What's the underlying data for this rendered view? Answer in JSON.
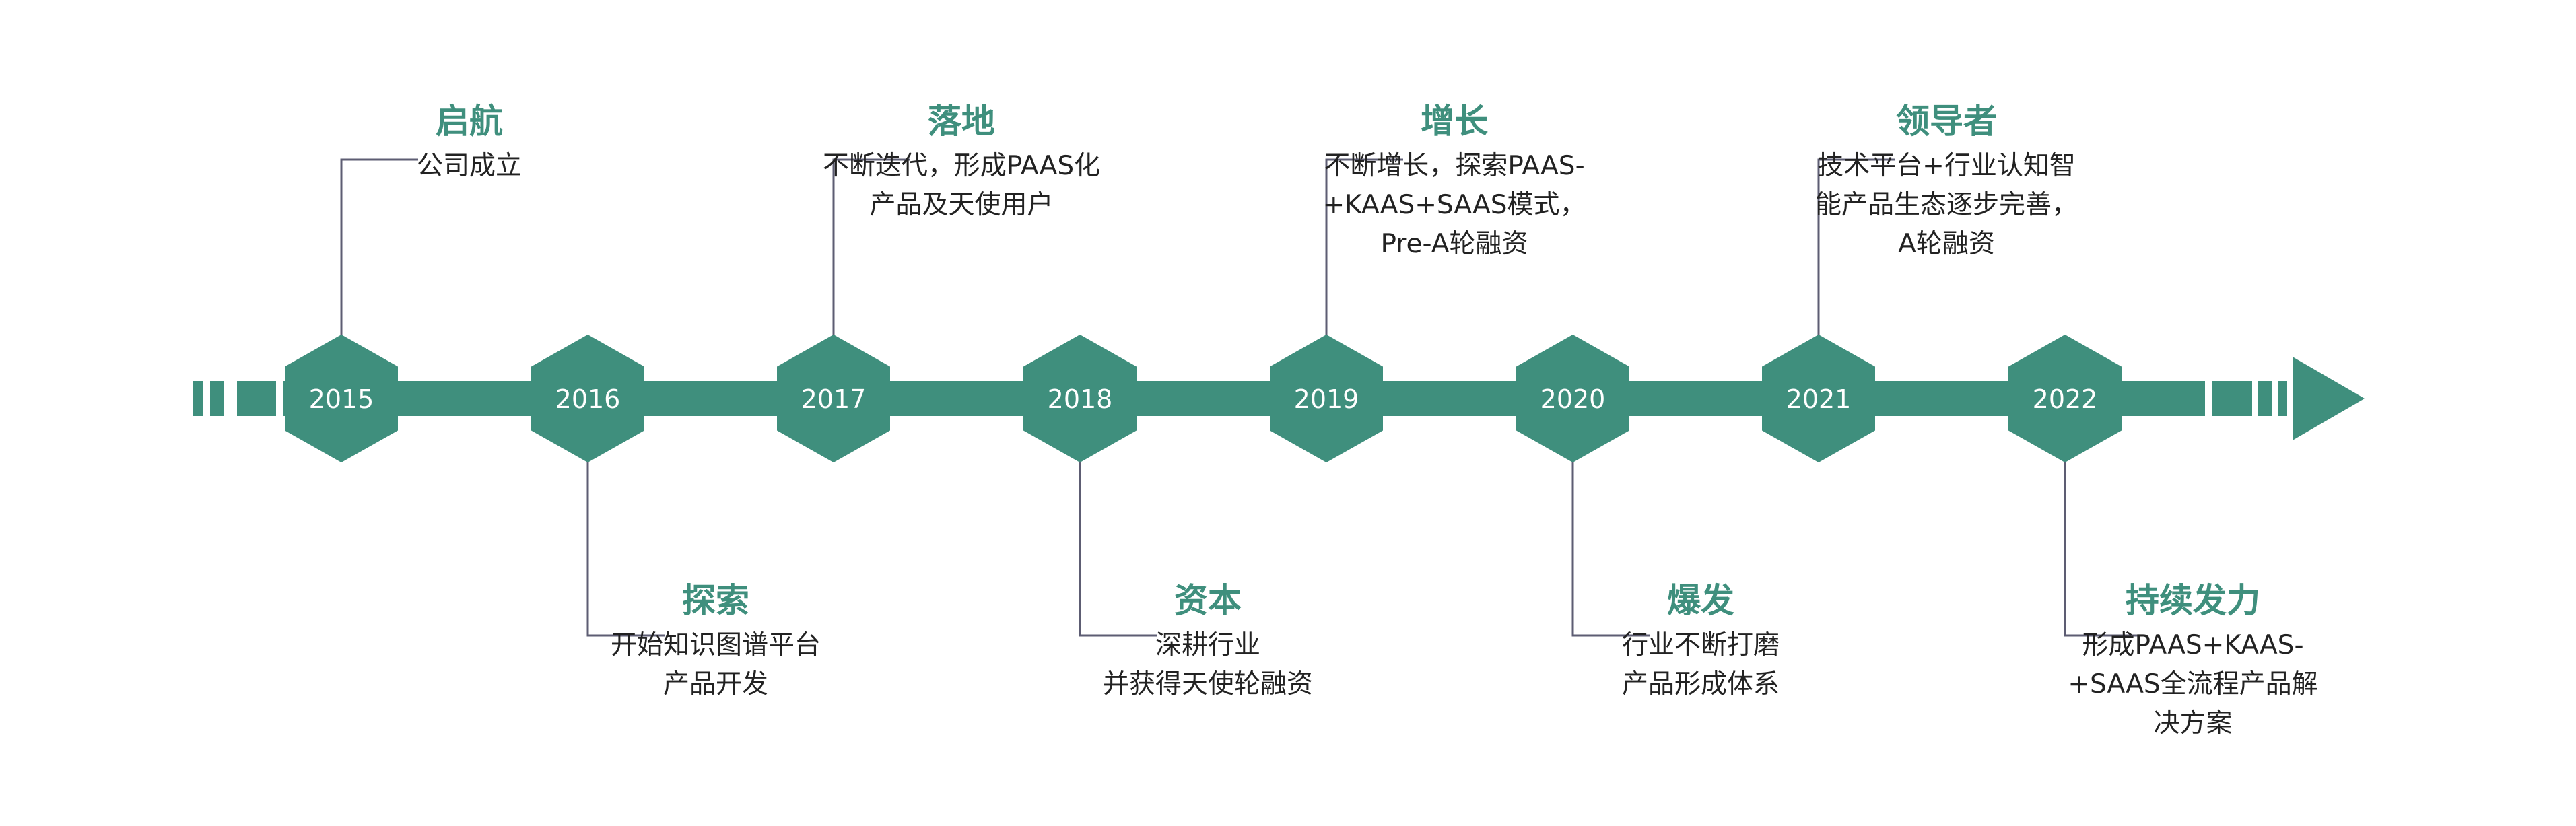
{
  "colors": {
    "accent": "#3f8f7d",
    "connector": "#5d5d73",
    "year_text": "#ffffff",
    "desc_text": "#222222"
  },
  "milestones": [
    {
      "year": "2015",
      "title": "启航",
      "desc": "公司成立",
      "position": "top"
    },
    {
      "year": "2016",
      "title": "探索",
      "desc": "开始知识图谱平台\n产品开发",
      "position": "bottom"
    },
    {
      "year": "2017",
      "title": "落地",
      "desc": "不断迭代，形成PAAS化\n产品及天使用户",
      "position": "top"
    },
    {
      "year": "2018",
      "title": "资本",
      "desc": "深耕行业\n并获得天使轮融资",
      "position": "bottom"
    },
    {
      "year": "2019",
      "title": "增长",
      "desc": "不断增长，探索PAAS-\n+KAAS+SAAS模式，\nPre-A轮融资",
      "position": "top"
    },
    {
      "year": "2020",
      "title": "爆发",
      "desc": "行业不断打磨\n产品形成体系",
      "position": "bottom"
    },
    {
      "year": "2021",
      "title": "领导者",
      "desc": "技术平台+行业认知智\n能产品生态逐步完善，\nA轮融资",
      "position": "top"
    },
    {
      "year": "2022",
      "title": "持续发力",
      "desc": "形成PAAS+KAAS-\n+SAAS全流程产品解\n决方案",
      "position": "bottom"
    }
  ]
}
